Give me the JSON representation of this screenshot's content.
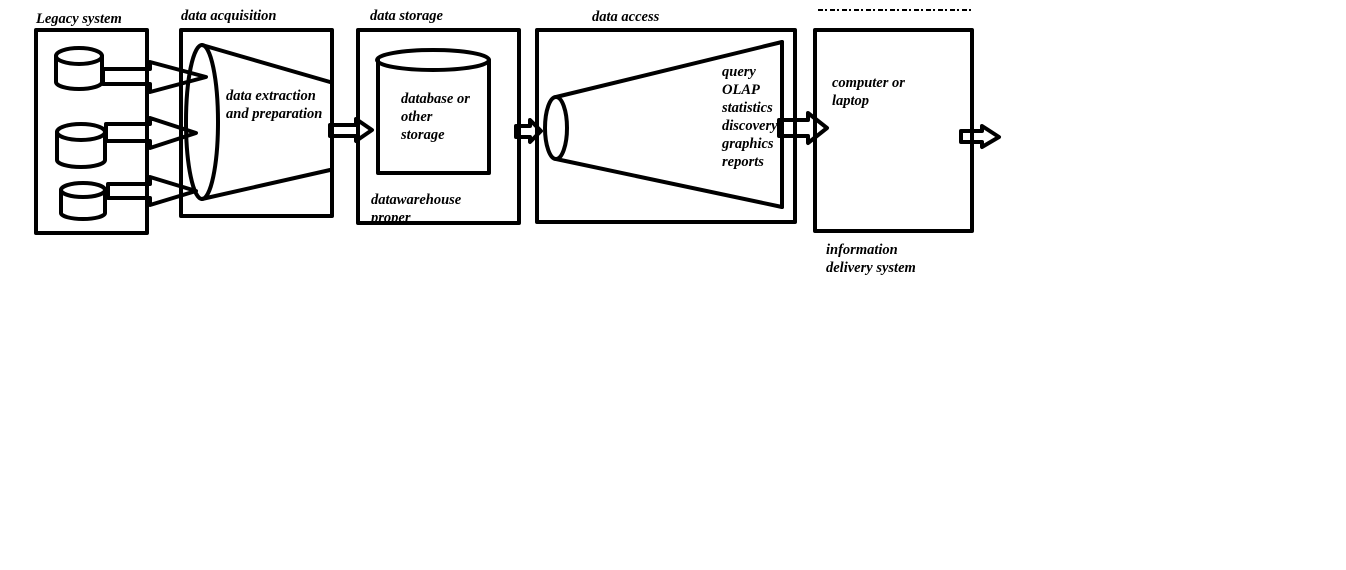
{
  "stages": {
    "legacy": {
      "title": "Legacy system"
    },
    "acquisition": {
      "title": "data acquisition",
      "body_line1": "data extraction",
      "body_line2": "and preparation"
    },
    "storage": {
      "title": "data storage",
      "body_line1": "database or",
      "body_line2": "other",
      "body_line3": "storage",
      "caption_line1": "datawarehouse",
      "caption_line2": "proper"
    },
    "access": {
      "title": "data access",
      "items": [
        "query",
        "OLAP",
        "statistics",
        "discovery",
        "graphics",
        "reports"
      ]
    },
    "delivery": {
      "body_line1": "computer or",
      "body_line2": "laptop",
      "caption_line1": "information",
      "caption_line2": "delivery system"
    }
  },
  "colors": {
    "ink": "#000000",
    "background": "#ffffff"
  }
}
